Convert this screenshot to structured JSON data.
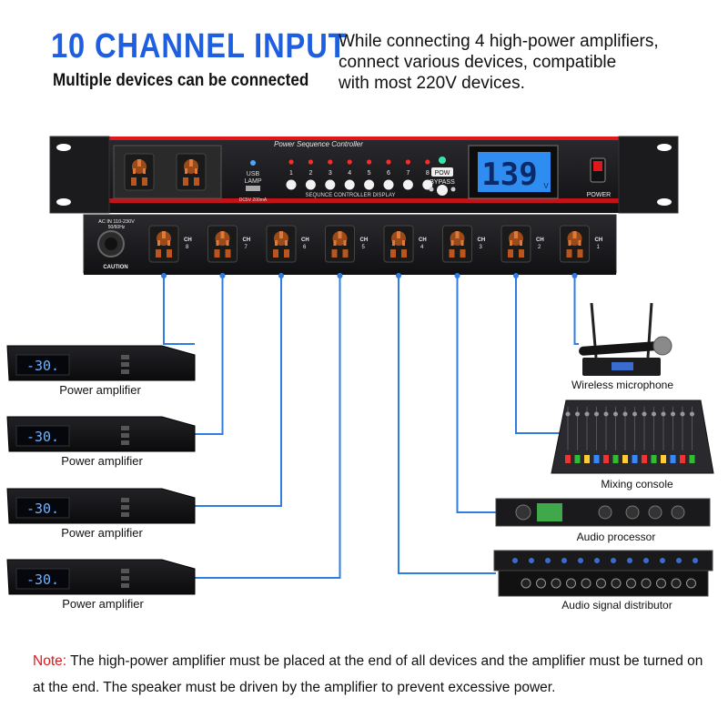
{
  "header": {
    "title": "10 CHANNEL INPUT",
    "subtitle": "Multiple devices can be connected",
    "description_lines": [
      "While connecting 4 high-power amplifiers,",
      "connect various devices, compatible",
      "with most 220V devices."
    ]
  },
  "device": {
    "front_panel_title": "Power Sequence Controller",
    "usb_label": "USB",
    "lamp_label": "LAMP",
    "usb_rating": "DC5V 200mA",
    "channel_numbers": [
      "1",
      "2",
      "3",
      "4",
      "5",
      "6",
      "7",
      "8"
    ],
    "display_label": "SEQUNCE CONTROLLER DISPLAY",
    "pow_label": "POW",
    "bypass_label": "BYPASS",
    "voltage_reading": "139",
    "voltage_unit": "V",
    "power_label": "POWER",
    "ac_input_label": "AC IN 110-230V",
    "ac_freq_label": "50/60Hz",
    "caution_label": "CAUTION",
    "ch_label": "CH",
    "rear_channel_numbers": [
      "8",
      "7",
      "6",
      "5",
      "4",
      "3",
      "2",
      "1"
    ]
  },
  "amplifiers": {
    "display_value": "-30.",
    "label": "Power amplifier",
    "count": 4
  },
  "right_devices": [
    {
      "label": "Wireless microphone"
    },
    {
      "label": "Mixing console"
    },
    {
      "label": "Audio processor"
    },
    {
      "label": "Audio signal distributor"
    }
  ],
  "note": {
    "tag": "Note:",
    "text": " The high-power amplifier must be placed at the end of all devices and the amplifier must be turned on at the end. The speaker must be driven by the amplifier to prevent excessive power."
  },
  "colors": {
    "title_blue": "#1d5fe0",
    "wire_blue": "#2f7de1",
    "accent_red": "#e0181c",
    "lcd_blue": "#2f8cf0",
    "socket_orange": "#b8561f"
  }
}
